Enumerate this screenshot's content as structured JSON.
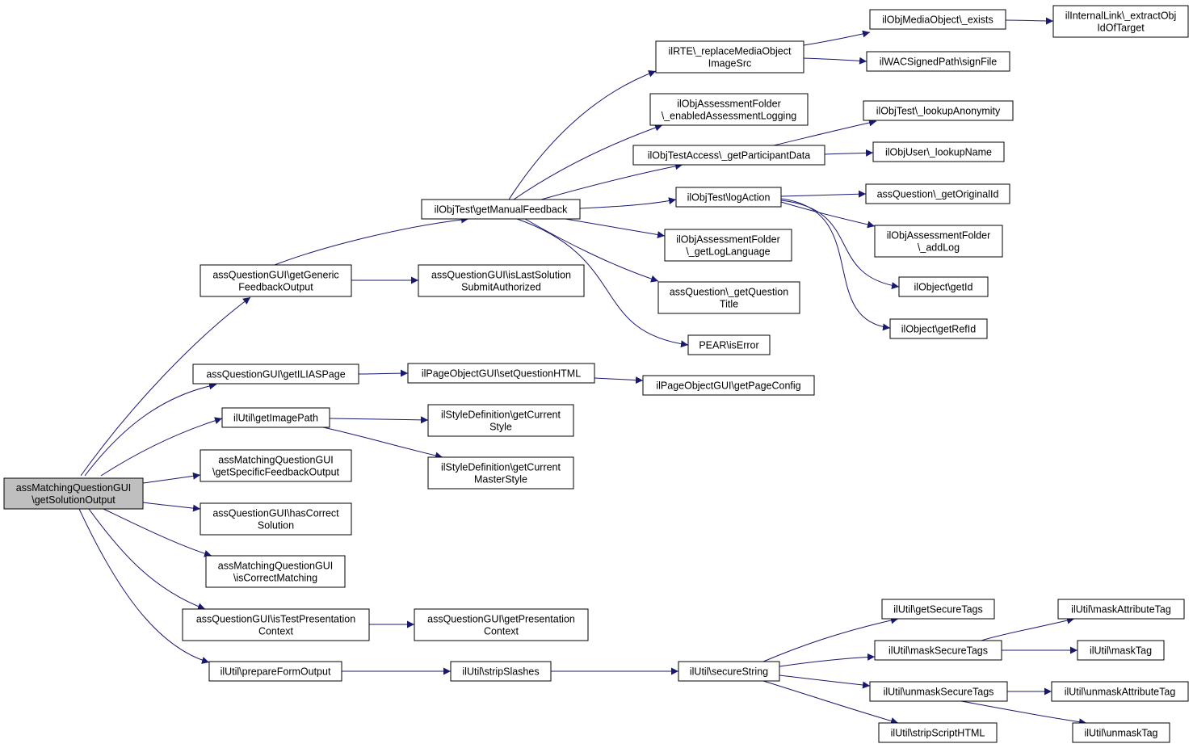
{
  "diagram": {
    "type": "call-graph",
    "colors": {
      "edge": "#191970",
      "root_fill": "#bfbfbf",
      "node_fill": "#ffffff",
      "node_border": "#000000"
    },
    "nodes": [
      {
        "id": "root",
        "lines": [
          "assMatchingQuestionGUI",
          "\\getSolutionOutput"
        ],
        "root": true
      },
      {
        "id": "genfb",
        "lines": [
          "assQuestionGUI\\getGeneric",
          "FeedbackOutput"
        ]
      },
      {
        "id": "ilias",
        "lines": [
          "assQuestionGUI\\getILIASPage"
        ]
      },
      {
        "id": "imgpath",
        "lines": [
          "ilUtil\\getImagePath"
        ]
      },
      {
        "id": "specfb",
        "lines": [
          "assMatchingQuestionGUI",
          "\\getSpecificFeedbackOutput"
        ]
      },
      {
        "id": "hascorrect",
        "lines": [
          "assQuestionGUI\\hasCorrect",
          "Solution"
        ]
      },
      {
        "id": "iscorrect",
        "lines": [
          "assMatchingQuestionGUI",
          "\\isCorrectMatching"
        ]
      },
      {
        "id": "istestpres",
        "lines": [
          "assQuestionGUI\\isTestPresentation",
          "Context"
        ]
      },
      {
        "id": "prepform",
        "lines": [
          "ilUtil\\prepareFormOutput"
        ]
      },
      {
        "id": "manfb",
        "lines": [
          "ilObjTest\\getManualFeedback"
        ]
      },
      {
        "id": "islastsol",
        "lines": [
          "assQuestionGUI\\isLastSolution",
          "SubmitAuthorized"
        ]
      },
      {
        "id": "setqhtml",
        "lines": [
          "ilPageObjectGUI\\setQuestionHTML"
        ]
      },
      {
        "id": "curstyle",
        "lines": [
          "ilStyleDefinition\\getCurrent",
          "Style"
        ]
      },
      {
        "id": "curmaster",
        "lines": [
          "ilStyleDefinition\\getCurrent",
          "MasterStyle"
        ]
      },
      {
        "id": "getprescontext",
        "lines": [
          "assQuestionGUI\\getPresentation",
          "Context"
        ]
      },
      {
        "id": "stripslashes",
        "lines": [
          "ilUtil\\stripSlashes"
        ]
      },
      {
        "id": "rte",
        "lines": [
          "ilRTE\\_replaceMediaObject",
          "ImageSrc"
        ]
      },
      {
        "id": "enabledlog",
        "lines": [
          "ilObjAssessmentFolder",
          "\\_enabledAssessmentLogging"
        ]
      },
      {
        "id": "partdata",
        "lines": [
          "ilObjTestAccess\\_getParticipantData"
        ]
      },
      {
        "id": "logaction",
        "lines": [
          "ilObjTest\\logAction"
        ]
      },
      {
        "id": "loglang",
        "lines": [
          "ilObjAssessmentFolder",
          "\\_getLogLanguage"
        ]
      },
      {
        "id": "qtitle",
        "lines": [
          "assQuestion\\_getQuestion",
          "Title"
        ]
      },
      {
        "id": "iserror",
        "lines": [
          "PEAR\\isError"
        ]
      },
      {
        "id": "pageconfig",
        "lines": [
          "ilPageObjectGUI\\getPageConfig"
        ]
      },
      {
        "id": "securestring",
        "lines": [
          "ilUtil\\secureString"
        ]
      },
      {
        "id": "mediaexists",
        "lines": [
          "ilObjMediaObject\\_exists"
        ]
      },
      {
        "id": "signfile",
        "lines": [
          "ilWACSignedPath\\signFile"
        ]
      },
      {
        "id": "extractobj",
        "lines": [
          "ilInternalLink\\_extractObj",
          "IdOfTarget"
        ]
      },
      {
        "id": "lookupanon",
        "lines": [
          "ilObjTest\\_lookupAnonymity"
        ]
      },
      {
        "id": "lookupname",
        "lines": [
          "ilObjUser\\_lookupName"
        ]
      },
      {
        "id": "origid",
        "lines": [
          "assQuestion\\_getOriginalId"
        ]
      },
      {
        "id": "addlog",
        "lines": [
          "ilObjAssessmentFolder",
          "\\_addLog"
        ]
      },
      {
        "id": "getid",
        "lines": [
          "ilObject\\getId"
        ]
      },
      {
        "id": "getrefid",
        "lines": [
          "ilObject\\getRefId"
        ]
      },
      {
        "id": "getsectags",
        "lines": [
          "ilUtil\\getSecureTags"
        ]
      },
      {
        "id": "masksectags",
        "lines": [
          "ilUtil\\maskSecureTags"
        ]
      },
      {
        "id": "unmasksectags",
        "lines": [
          "ilUtil\\unmaskSecureTags"
        ]
      },
      {
        "id": "stripscript",
        "lines": [
          "ilUtil\\stripScriptHTML"
        ]
      },
      {
        "id": "maskattr",
        "lines": [
          "ilUtil\\maskAttributeTag"
        ]
      },
      {
        "id": "masktag",
        "lines": [
          "ilUtil\\maskTag"
        ]
      },
      {
        "id": "unmaskattr",
        "lines": [
          "ilUtil\\unmaskAttributeTag"
        ]
      },
      {
        "id": "unmasktag",
        "lines": [
          "ilUtil\\unmaskTag"
        ]
      }
    ],
    "edges": [
      [
        "root",
        "genfb"
      ],
      [
        "root",
        "ilias"
      ],
      [
        "root",
        "imgpath"
      ],
      [
        "root",
        "specfb"
      ],
      [
        "root",
        "hascorrect"
      ],
      [
        "root",
        "iscorrect"
      ],
      [
        "root",
        "istestpres"
      ],
      [
        "root",
        "prepform"
      ],
      [
        "genfb",
        "manfb"
      ],
      [
        "genfb",
        "islastsol"
      ],
      [
        "ilias",
        "setqhtml"
      ],
      [
        "setqhtml",
        "pageconfig"
      ],
      [
        "imgpath",
        "curstyle"
      ],
      [
        "imgpath",
        "curmaster"
      ],
      [
        "istestpres",
        "getprescontext"
      ],
      [
        "prepform",
        "stripslashes"
      ],
      [
        "stripslashes",
        "securestring"
      ],
      [
        "manfb",
        "rte"
      ],
      [
        "manfb",
        "enabledlog"
      ],
      [
        "manfb",
        "partdata"
      ],
      [
        "manfb",
        "logaction"
      ],
      [
        "manfb",
        "loglang"
      ],
      [
        "manfb",
        "qtitle"
      ],
      [
        "manfb",
        "iserror"
      ],
      [
        "rte",
        "mediaexists"
      ],
      [
        "rte",
        "signfile"
      ],
      [
        "mediaexists",
        "extractobj"
      ],
      [
        "partdata",
        "lookupanon"
      ],
      [
        "partdata",
        "lookupname"
      ],
      [
        "logaction",
        "origid"
      ],
      [
        "logaction",
        "addlog"
      ],
      [
        "logaction",
        "getid"
      ],
      [
        "logaction",
        "getrefid"
      ],
      [
        "securestring",
        "getsectags"
      ],
      [
        "securestring",
        "masksectags"
      ],
      [
        "securestring",
        "unmasksectags"
      ],
      [
        "securestring",
        "stripscript"
      ],
      [
        "masksectags",
        "maskattr"
      ],
      [
        "masksectags",
        "masktag"
      ],
      [
        "unmasksectags",
        "unmaskattr"
      ],
      [
        "unmasksectags",
        "unmasktag"
      ]
    ]
  }
}
